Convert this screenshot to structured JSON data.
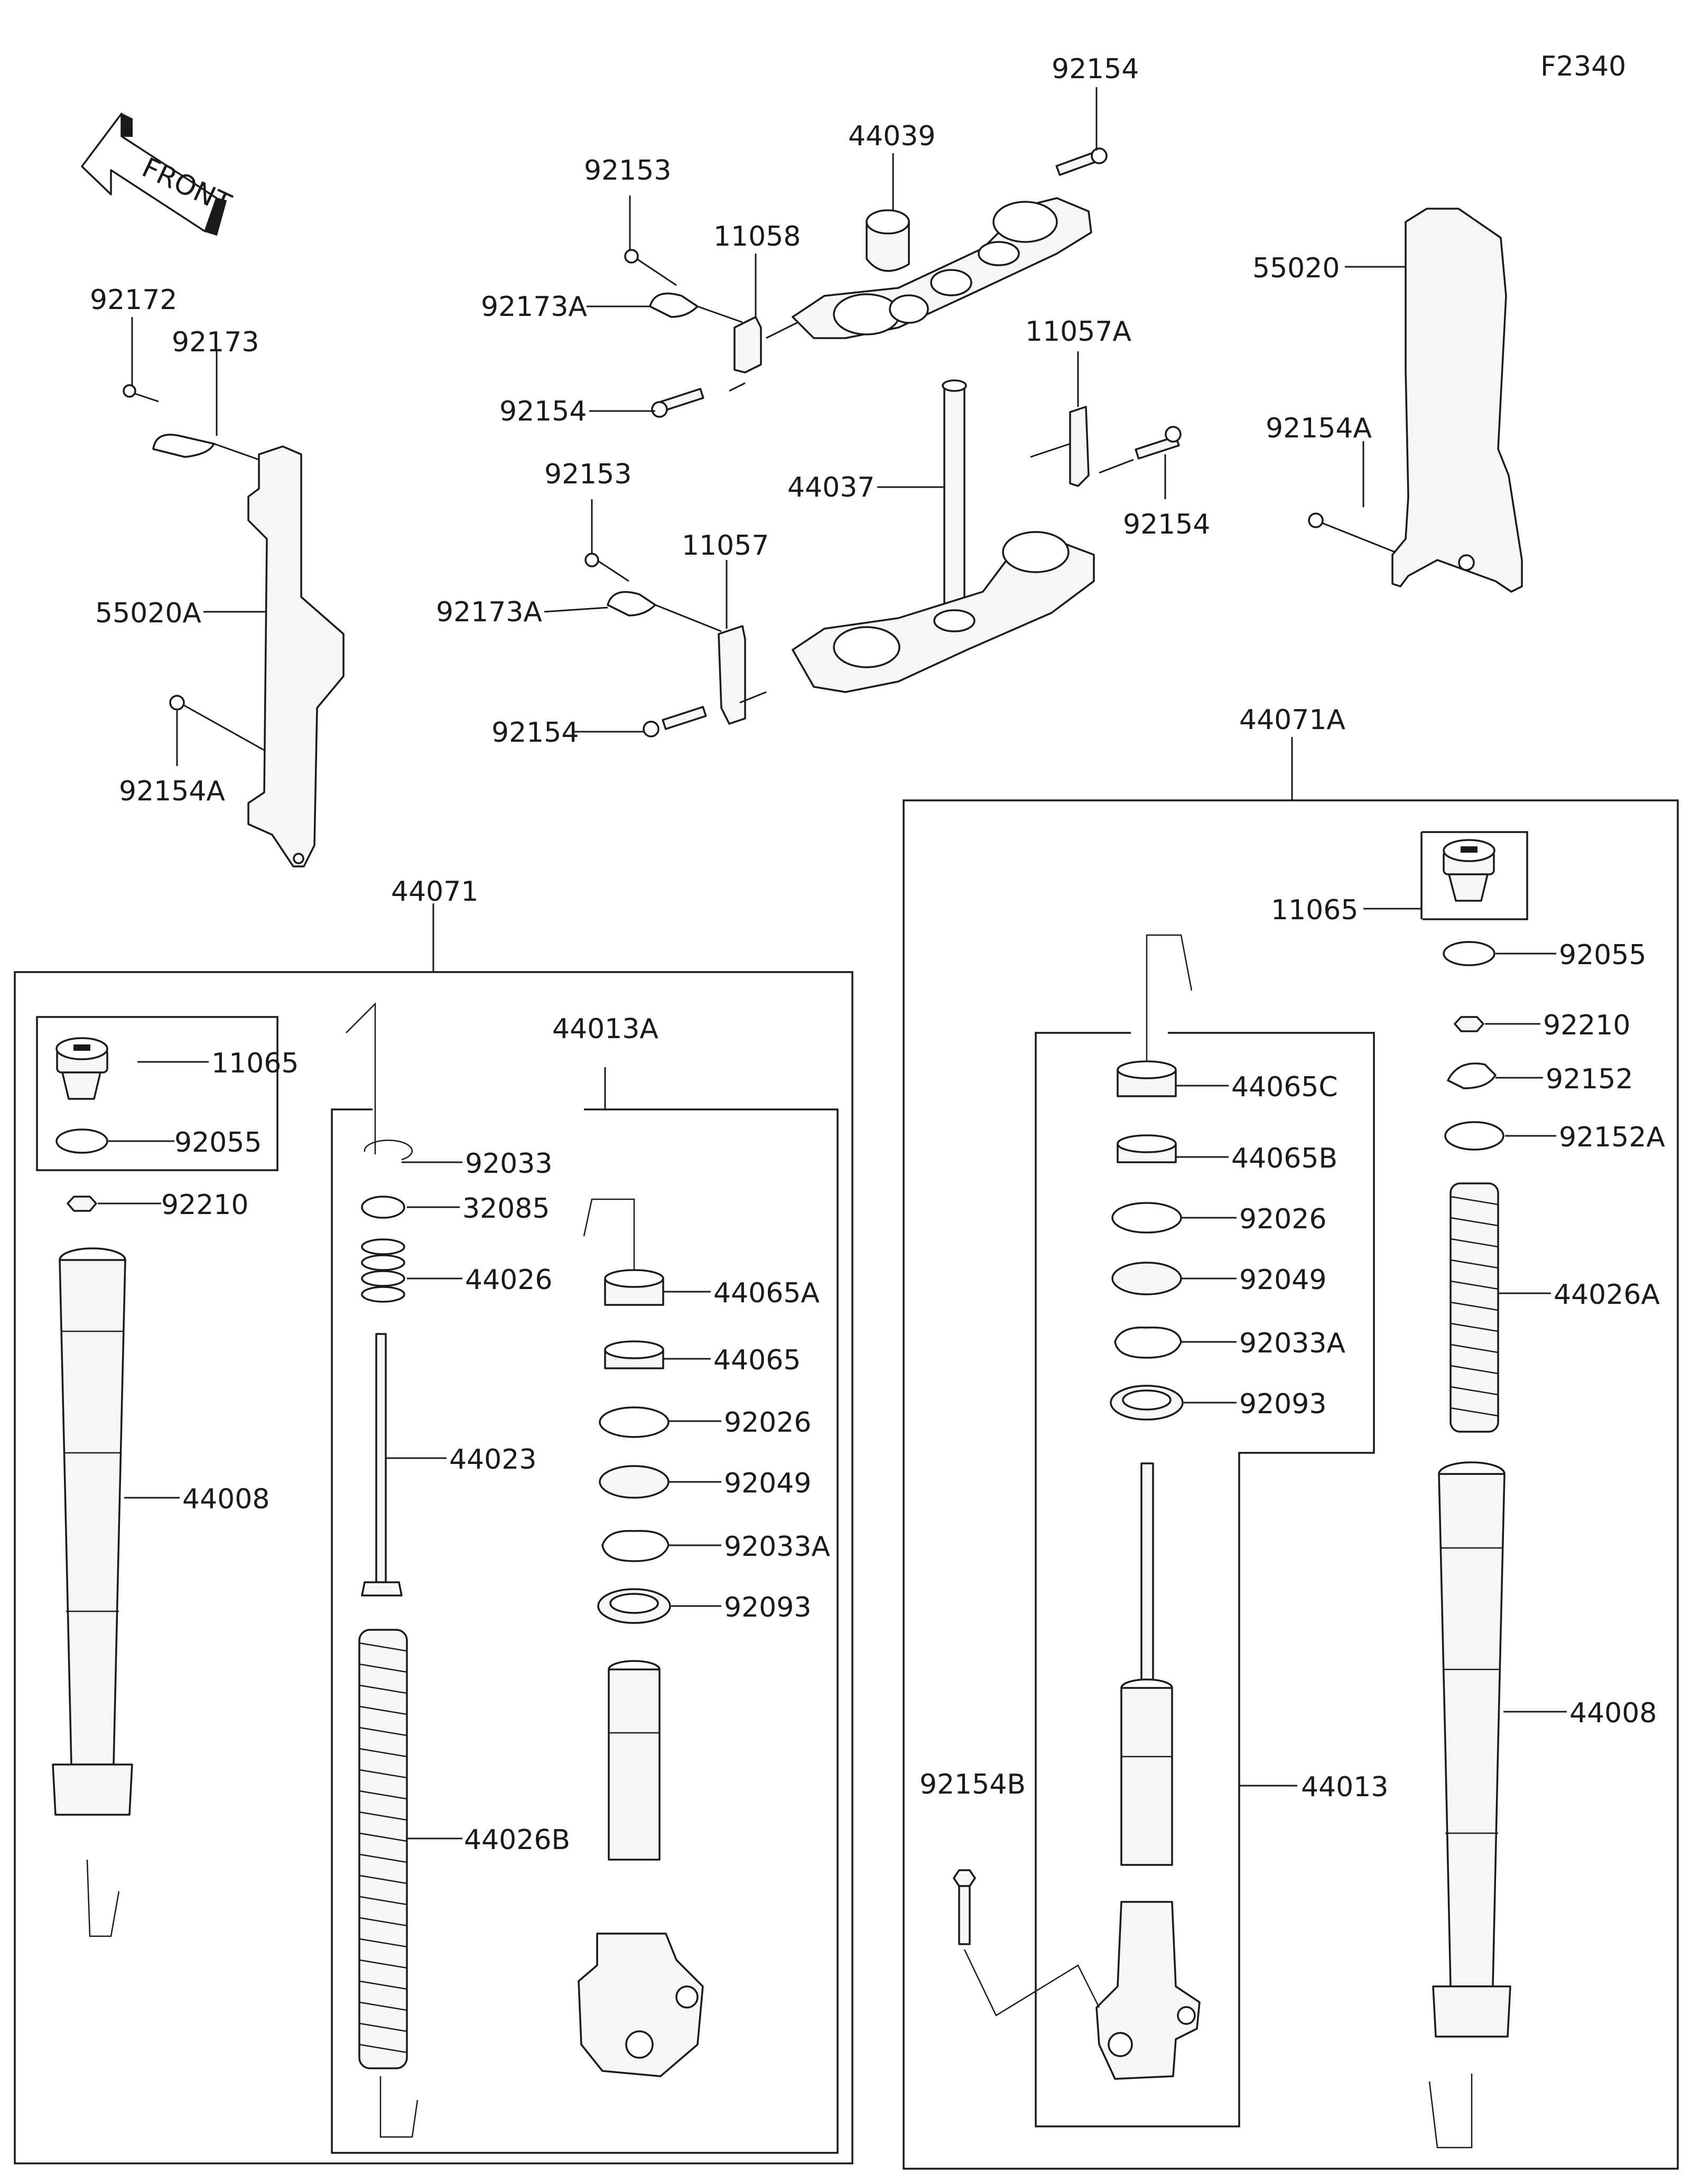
{
  "figure_code": "F2340",
  "front_label": "FRONT",
  "labels": {
    "p92154_top": "92154",
    "p44039": "44039",
    "p92153_a": "92153",
    "p11058": "11058",
    "p92173a_a": "92173A",
    "p92154_b": "92154",
    "p11057a": "11057A",
    "p44037": "44037",
    "p92154_c": "92154",
    "p92153_b": "92153",
    "p11057": "11057",
    "p92173a_b": "92173A",
    "p92154_d": "92154",
    "p92172": "92172",
    "p92173": "92173",
    "p55020a": "55020A",
    "p92154a_l": "92154A",
    "p55020": "55020",
    "p92154a_r": "92154A",
    "p44071a": "44071A",
    "p44071": "44071",
    "p11065_l": "11065",
    "p92055_l": "92055",
    "p92210_l": "92210",
    "p44008_l": "44008",
    "p44013a": "44013A",
    "p92033": "92033",
    "p32085": "32085",
    "p44026": "44026",
    "p44023": "44023",
    "p44026b": "44026B",
    "p44065a": "44065A",
    "p44065": "44065",
    "p92026_l": "92026",
    "p92049_l": "92049",
    "p92033a_l": "92033A",
    "p92093_l": "92093",
    "p11065_r": "11065",
    "p92055_r": "92055",
    "p92210_r": "92210",
    "p92152": "92152",
    "p92152a": "92152A",
    "p44026a": "44026A",
    "p44008_r": "44008",
    "p44065c": "44065C",
    "p44065b": "44065B",
    "p92026_r": "92026",
    "p92049_r": "92049",
    "p92033a_r": "92033A",
    "p92093_r": "92093",
    "p44013": "44013",
    "p92154b": "92154B"
  }
}
